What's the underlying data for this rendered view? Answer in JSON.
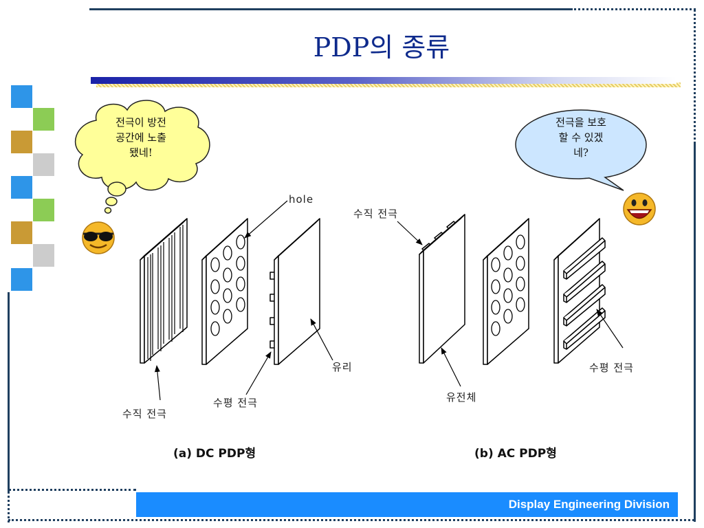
{
  "slide": {
    "title": "PDP의 종류",
    "footer": "Display Engineering Division"
  },
  "bubbles": {
    "left": {
      "lines": [
        "전극이 방전",
        "공간에 노출",
        "됐네!"
      ]
    },
    "right": {
      "lines": [
        "전극을 보호",
        "할 수 있겠",
        "네?"
      ]
    }
  },
  "diagram": {
    "labels": {
      "hole": "hole",
      "dc_vertical_electrode": "수직 전극",
      "dc_horizontal_electrode": "수평 전극",
      "dc_glass": "유리",
      "ac_vertical_electrode": "수직 전극",
      "ac_dielectric": "유전체",
      "ac_horizontal_electrode": "수평 전극"
    },
    "captions": {
      "dc": "(a) DC PDP형",
      "ac": "(b) AC PDP형"
    }
  },
  "colors": {
    "title": "#0e2a8c",
    "frame": "#1f3f5f",
    "footer_bar": "#1a8cff",
    "cloud_fill": "#ffff99",
    "speech_fill": "#cce6ff",
    "sq_blue": "#2e95e8",
    "sq_green": "#8ccc55",
    "sq_gold": "#c99a35",
    "sq_gray": "#cccccc"
  },
  "icons": [
    "sunglasses-smiley-icon",
    "grinning-smiley-icon"
  ]
}
